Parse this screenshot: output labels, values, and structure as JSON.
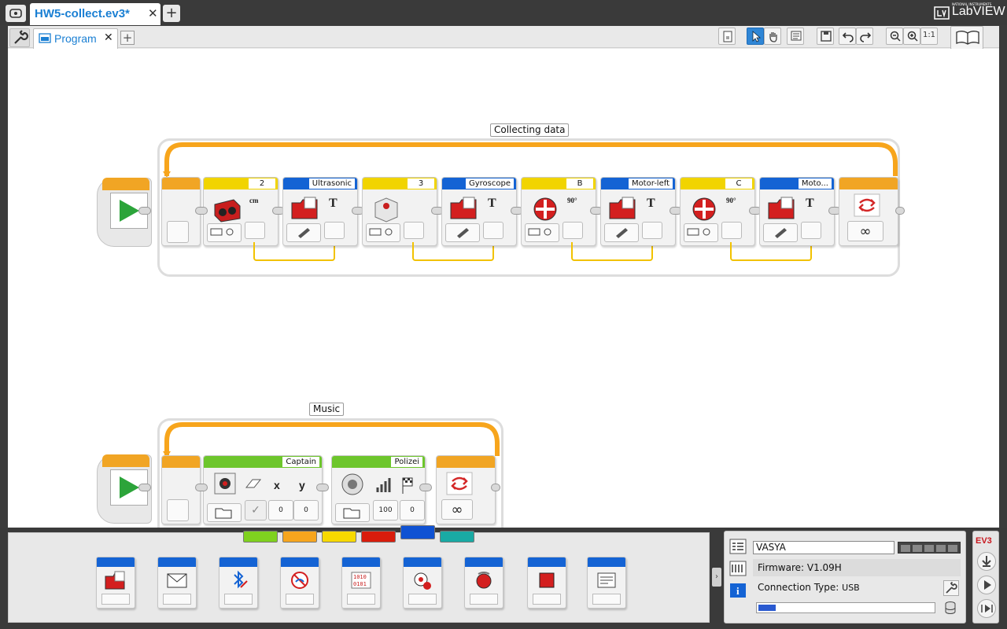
{
  "app": {
    "brand": "LabVIEW",
    "brand_sub": "NATIONAL INSTRUMENTS"
  },
  "file_tab": {
    "label": "HW5-collect.ev3*",
    "close": "✕",
    "add": "+"
  },
  "program_tab": {
    "label": "Program",
    "close": "✕",
    "add": "+"
  },
  "toolbar": {
    "zoom_reset": "1:1"
  },
  "loops": [
    {
      "label": "Collecting data"
    },
    {
      "label": "Music"
    }
  ],
  "loop1_blocks": [
    {
      "kind": "sensor",
      "color": "#f1d400",
      "title": "2",
      "value": "cm"
    },
    {
      "kind": "datalog",
      "color": "#1463d4",
      "title": "Ultrasonic",
      "value": "T"
    },
    {
      "kind": "sensor",
      "color": "#f1d400",
      "title": "3",
      "value": ""
    },
    {
      "kind": "datalog",
      "color": "#1463d4",
      "title": "Gyroscope",
      "value": "T"
    },
    {
      "kind": "sensor",
      "color": "#f1d400",
      "title": "B",
      "value": "90°"
    },
    {
      "kind": "datalog",
      "color": "#1463d4",
      "title": "Motor-left",
      "value": "T"
    },
    {
      "kind": "sensor",
      "color": "#f1d400",
      "title": "C",
      "value": "90°"
    },
    {
      "kind": "datalog",
      "color": "#1463d4",
      "title": "Moto...",
      "value": "T"
    }
  ],
  "loop2_blocks": [
    {
      "title": "Captain",
      "color": "#6dc62c",
      "slots": [
        "0",
        "0"
      ]
    },
    {
      "title": "Polizei",
      "color": "#6dc62c",
      "slots": [
        "100",
        "0"
      ]
    }
  ],
  "loop_end_symbol": "∞",
  "palette": {
    "tabs": [
      {
        "color": "#7fd11f"
      },
      {
        "color": "#f6a51e"
      },
      {
        "color": "#f7d900"
      },
      {
        "color": "#d91c0c"
      },
      {
        "color": "#0f52d3"
      },
      {
        "color": "#19aaa4"
      }
    ],
    "blocks": [
      "file-access",
      "messaging",
      "bluetooth",
      "keep-awake",
      "raw-sensor",
      "unregulated-motor",
      "invert-motor",
      "stop-program",
      "comment"
    ]
  },
  "hardware": {
    "brick_name": "VASYA",
    "firmware_label": "Firmware: V1.09H",
    "connection_label": "Connection Type: ",
    "connection_value": "USB",
    "memory_fraction": 0.1
  },
  "ev3_panel": {
    "label": "EV3"
  }
}
